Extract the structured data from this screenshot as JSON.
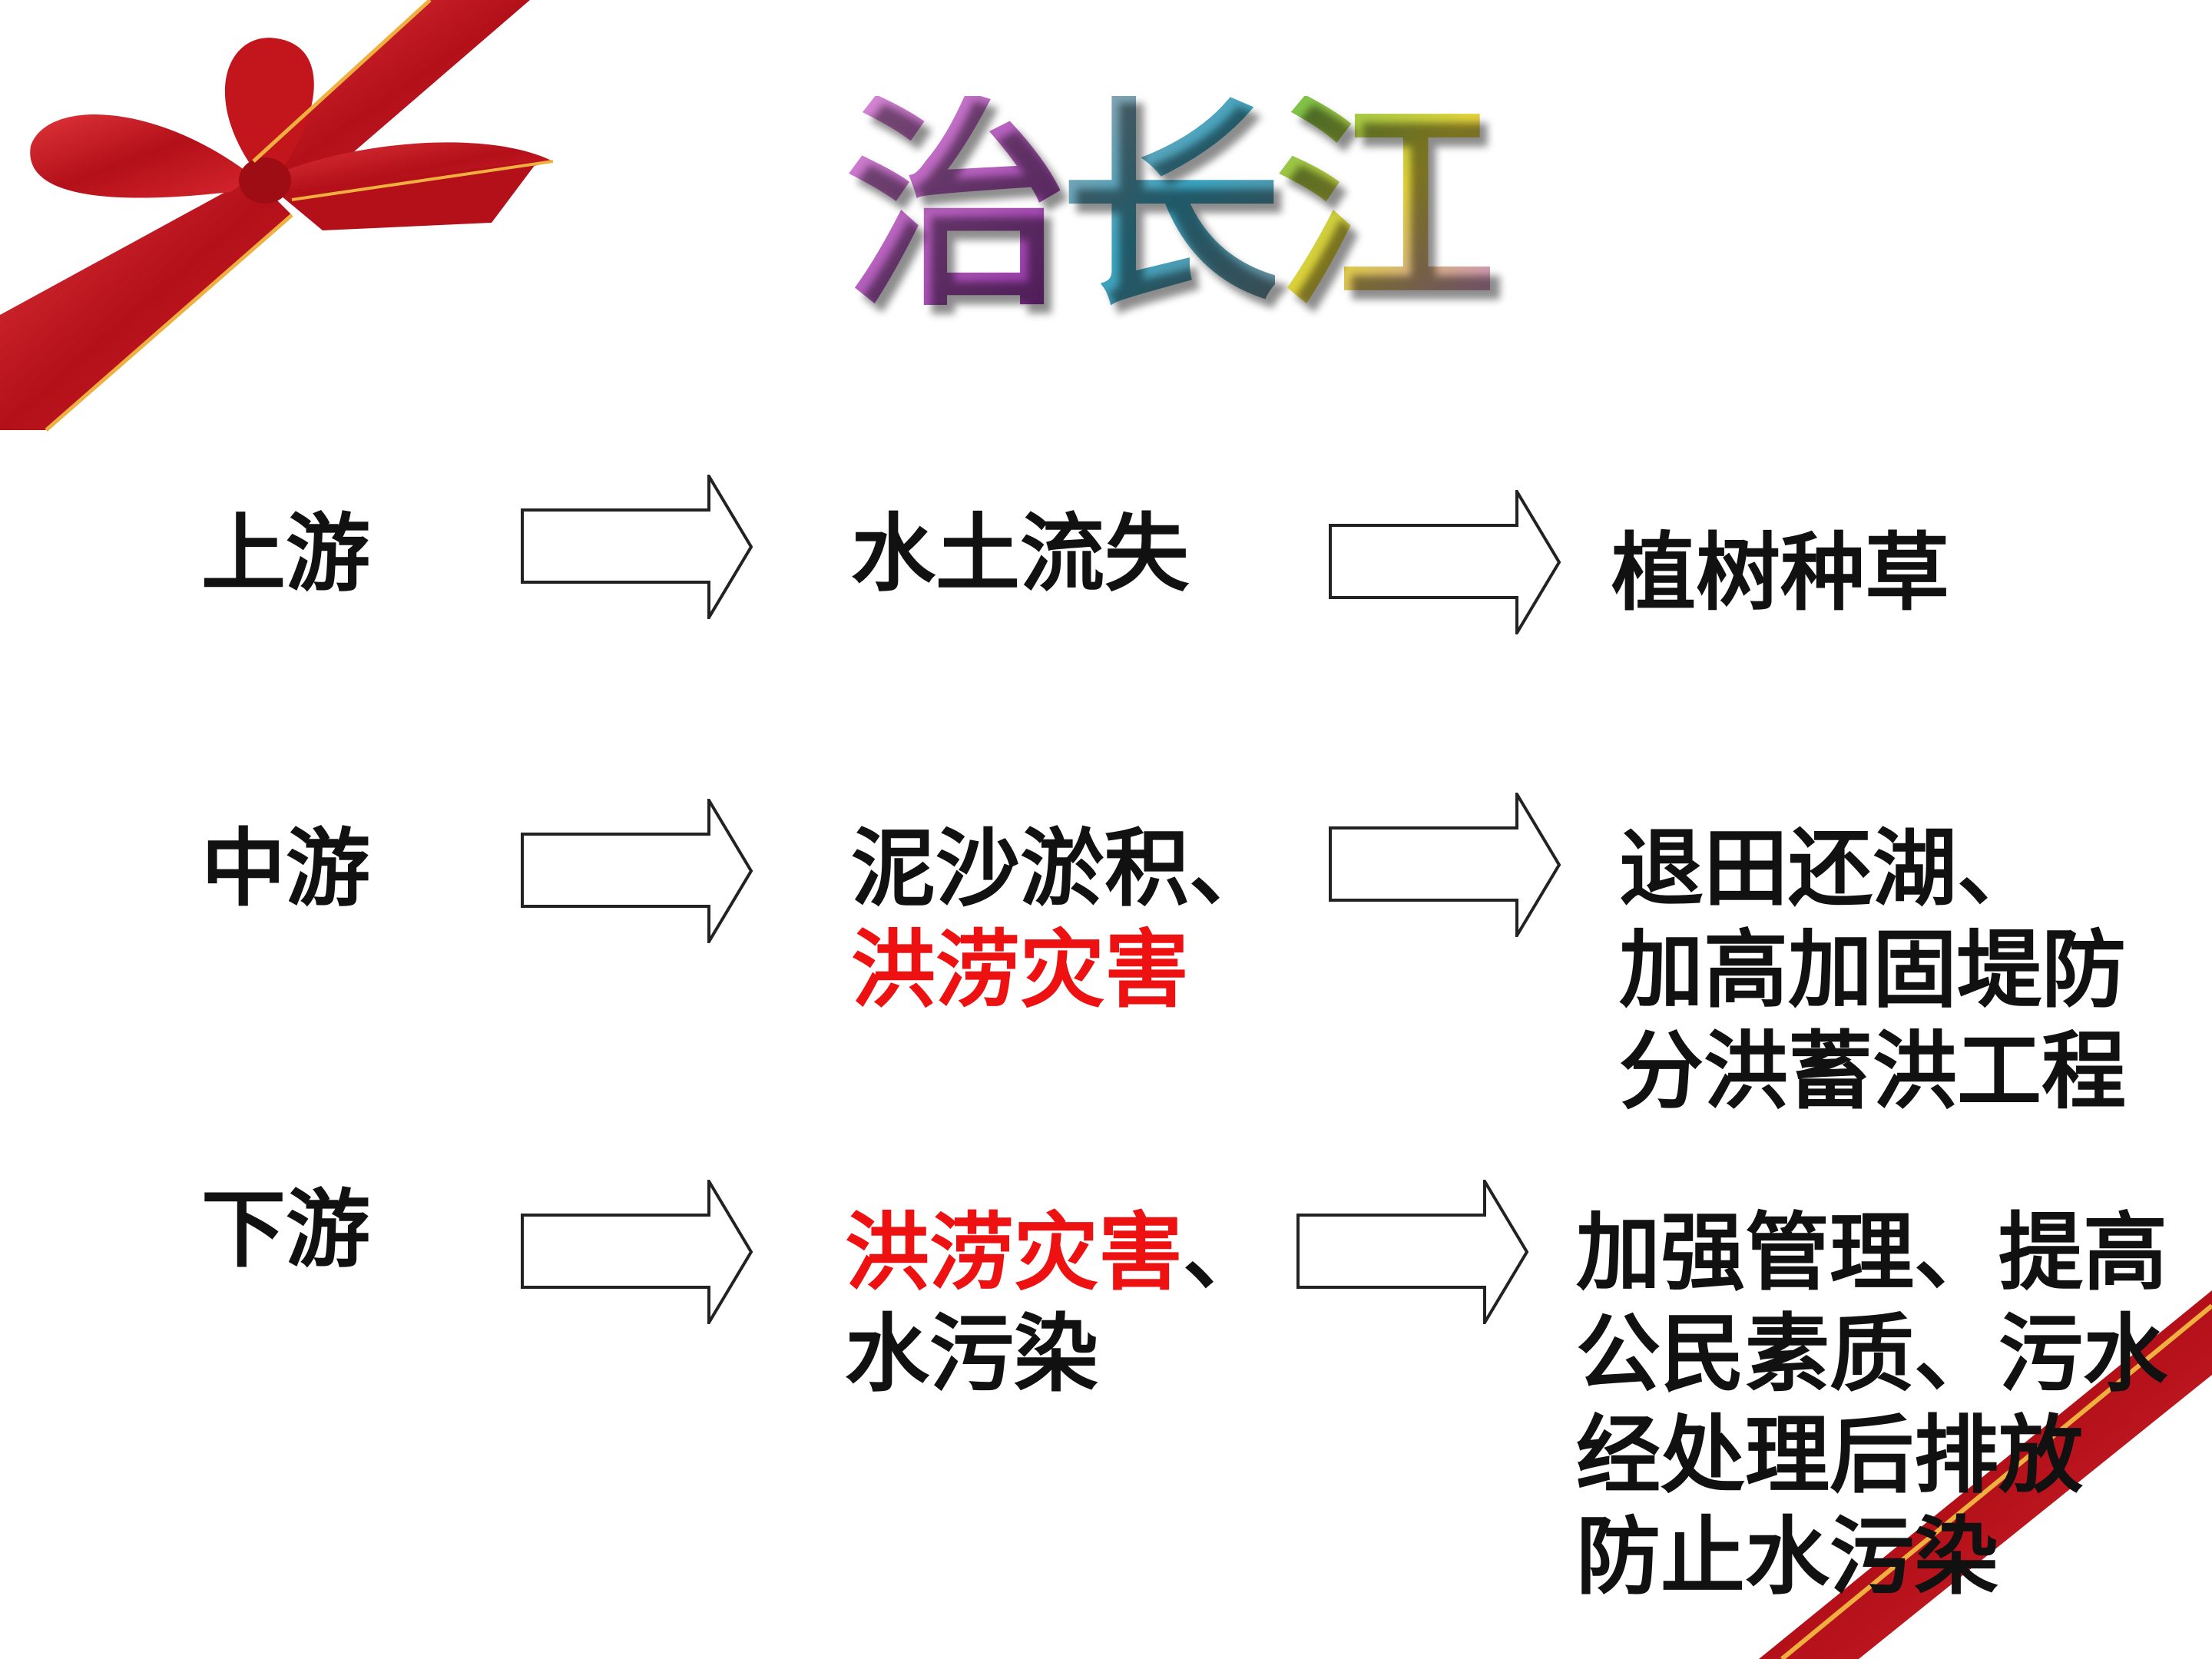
{
  "title": [
    "治",
    "长",
    "江"
  ],
  "rows": [
    {
      "region": "上游",
      "problem": [
        [
          {
            "text": "水土流失",
            "color": "black"
          }
        ]
      ],
      "measures": [
        "植树种草"
      ]
    },
    {
      "region": "中游",
      "problem": [
        [
          {
            "text": "泥沙淤积、",
            "color": "black"
          }
        ],
        [
          {
            "text": "洪涝灾害",
            "color": "red"
          }
        ]
      ],
      "measures": [
        "退田还湖、",
        "加高加固堤防",
        "分洪蓄洪工程"
      ]
    },
    {
      "region": "下游",
      "problem": [
        [
          {
            "text": "洪涝灾害",
            "color": "red"
          },
          {
            "text": "、",
            "color": "black"
          }
        ],
        [
          {
            "text": "水污染",
            "color": "black"
          }
        ]
      ],
      "measures": [
        "加强管理、提高",
        "公民素质、污水",
        "经处理后排放",
        "防止水污染"
      ]
    }
  ],
  "colors": {
    "highlight": "#ee1111",
    "ribbon": "#c8141e",
    "text": "#111111"
  }
}
